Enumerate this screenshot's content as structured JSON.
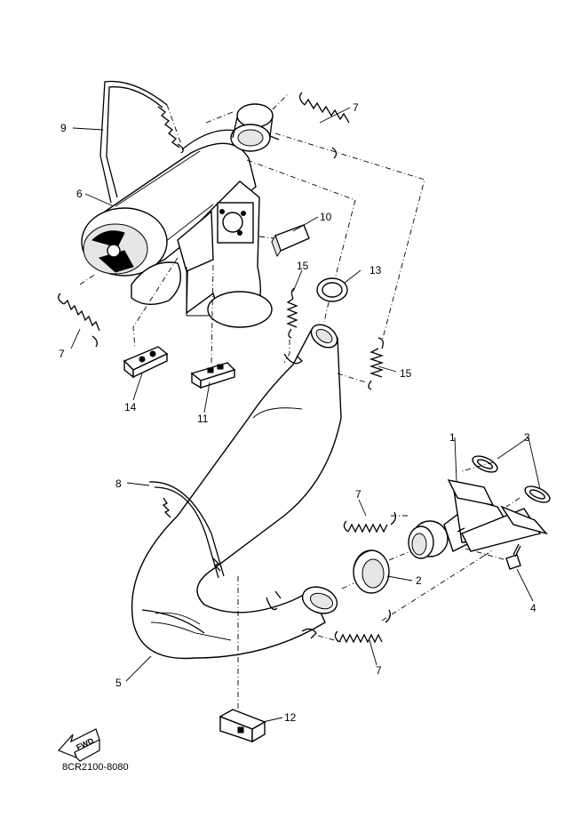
{
  "diagram_code": "8CR2100-8080",
  "fwd_label": "FWD",
  "labels": {
    "p1": "1",
    "p2": "2",
    "p3": "3",
    "p4": "4",
    "p5": "5",
    "p6": "6",
    "p7a": "7",
    "p7b": "7",
    "p7c": "7",
    "p7d": "7",
    "p8": "8",
    "p9": "9",
    "p10": "10",
    "p11": "11",
    "p12": "12",
    "p13": "13",
    "p14": "14",
    "p15a": "15",
    "p15b": "15"
  }
}
